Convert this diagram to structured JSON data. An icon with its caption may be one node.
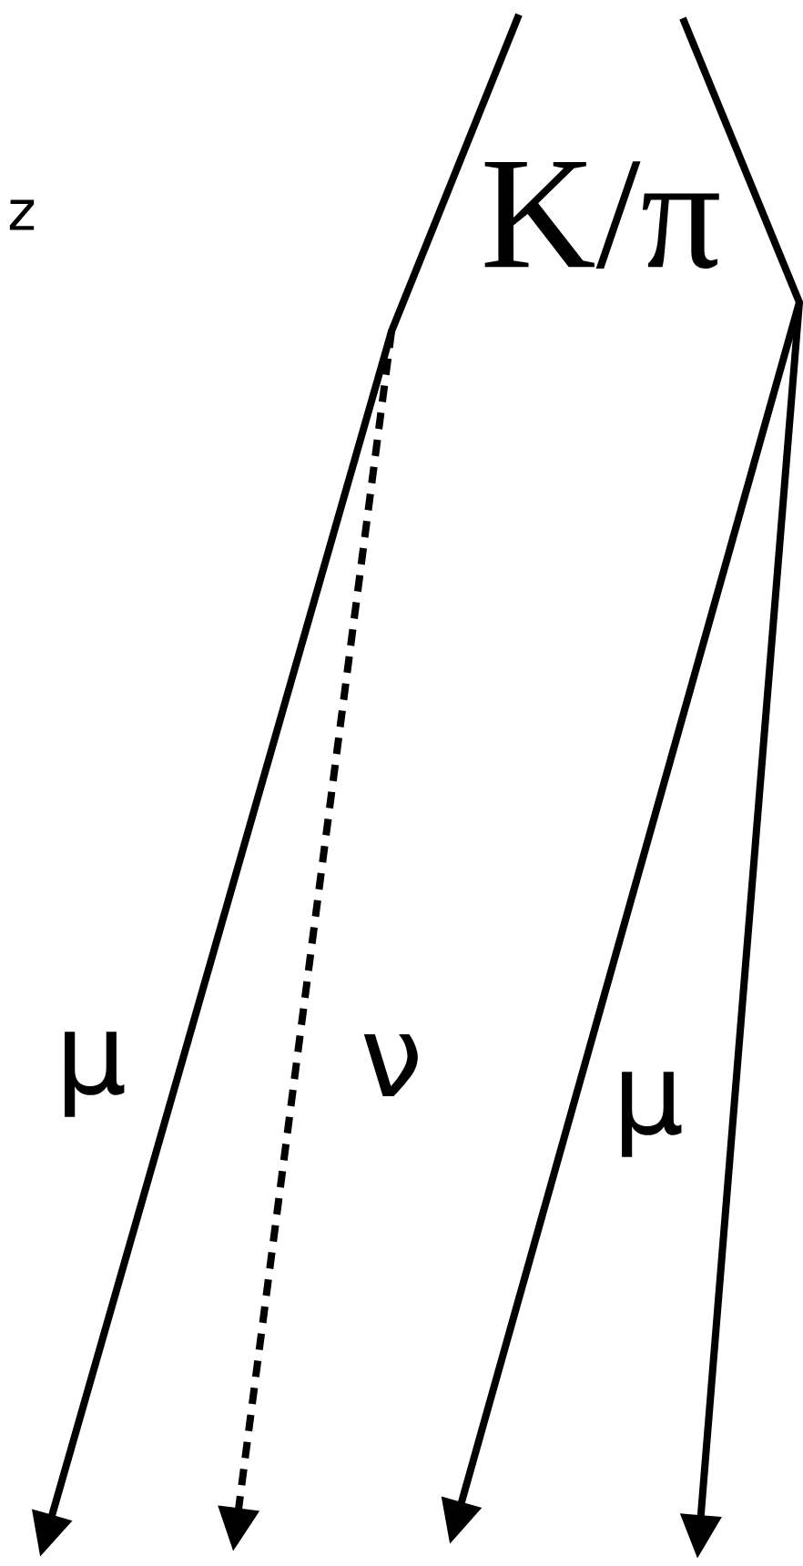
{
  "diagram": {
    "nodes": [
      {
        "text": [],
        "shape": "point"
      },
      {
        "text": [],
        "shape": "point"
      }
    ],
    "edges": [
      {
        "from": null,
        "to": 0,
        "arrow": "none"
      },
      {
        "from": null,
        "to": 1,
        "arrow": "none"
      },
      {
        "from": 0,
        "to": null,
        "arrow": "to",
        "label": "μ"
      },
      {
        "from": 0,
        "to": null,
        "arrow": "to",
        "label": "ν",
        "style": "dashed"
      },
      {
        "from": 1,
        "to": null,
        "arrow": "to",
        "label": "μ"
      },
      {
        "from": 1,
        "to": null,
        "arrow": "to"
      }
    ],
    "labels": [
      "z",
      "K/π"
    ]
  }
}
